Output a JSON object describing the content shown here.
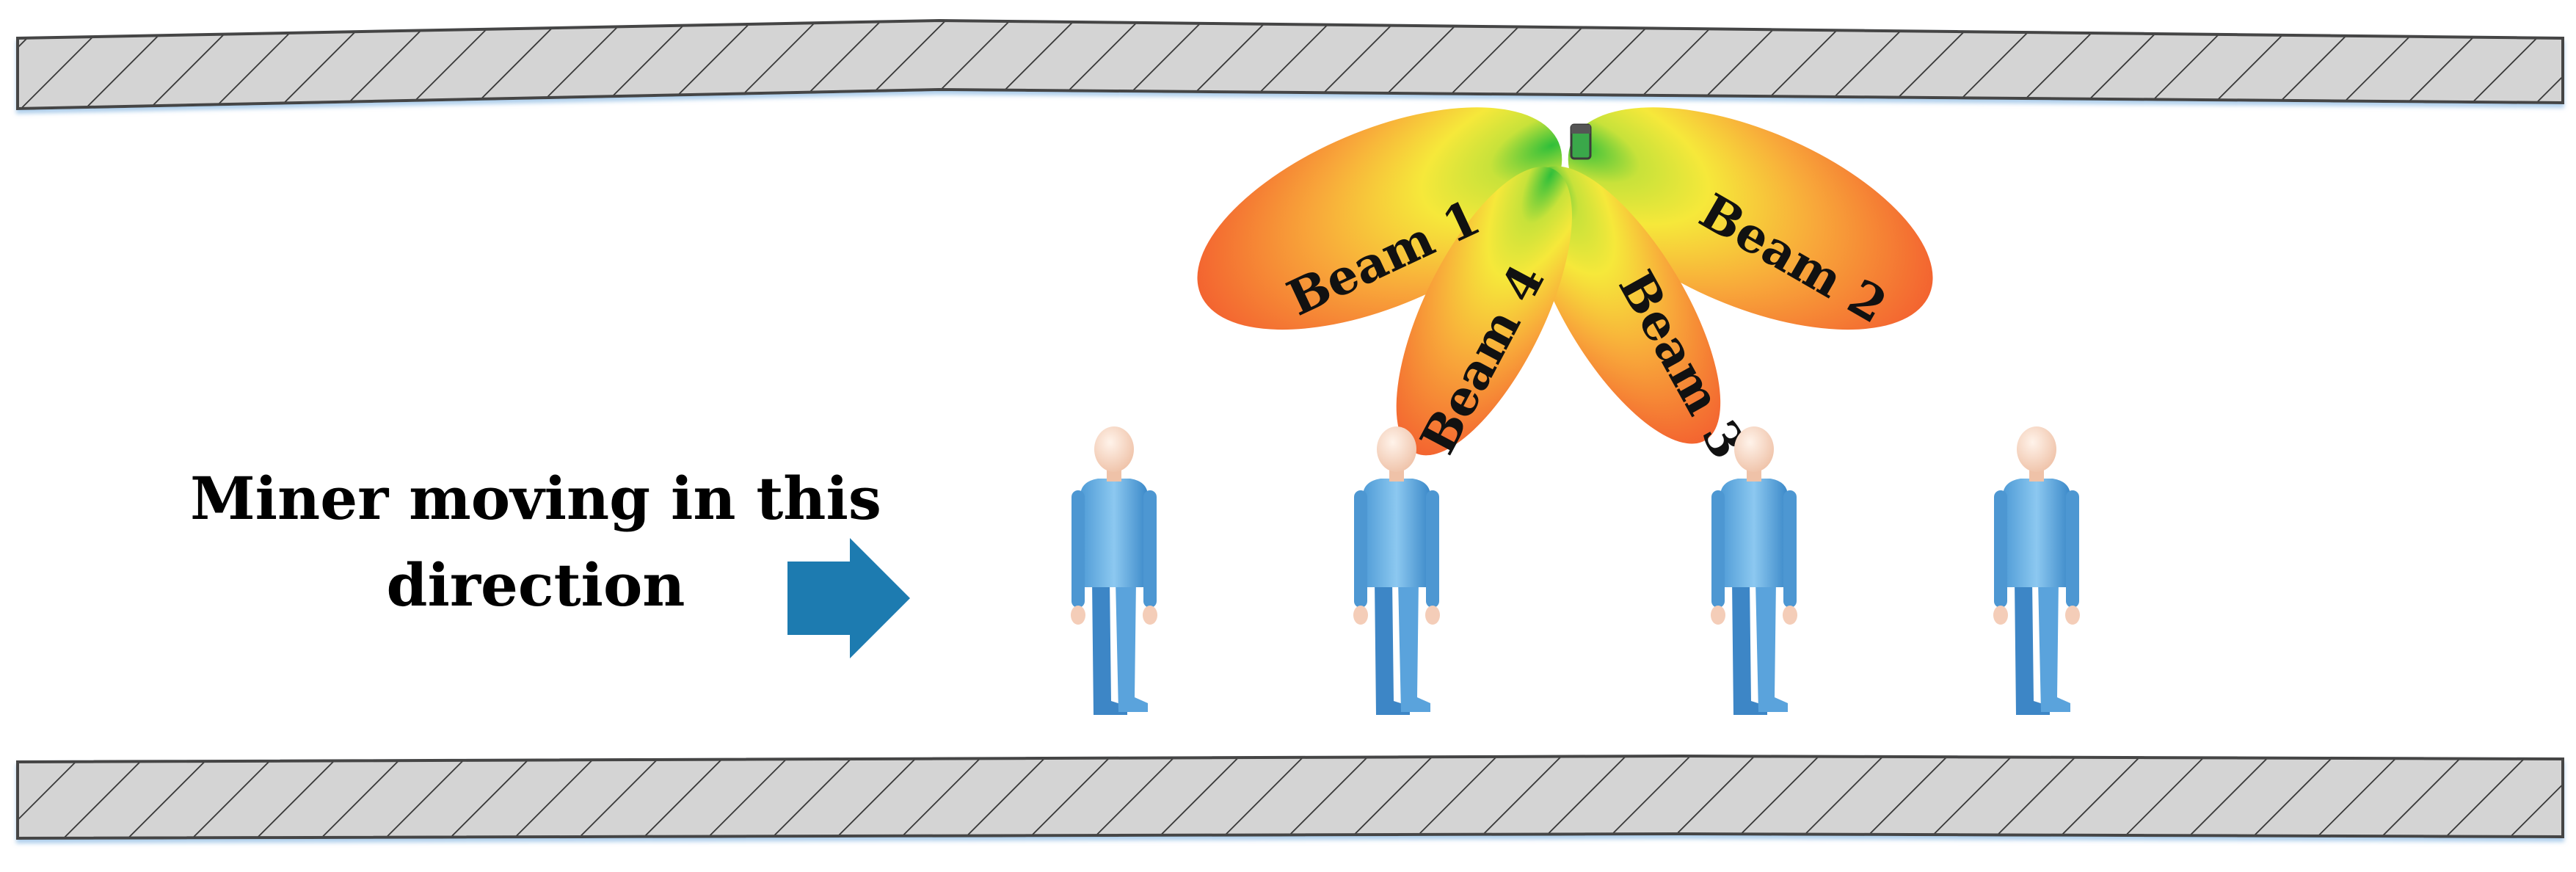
{
  "caption": {
    "line1": "Miner moving in this",
    "line2": "direction"
  },
  "beams": [
    {
      "label": "Beam 1"
    },
    {
      "label": "Beam 2"
    },
    {
      "label": "Beam 3"
    },
    {
      "label": "Beam 4"
    }
  ],
  "miner_count": 4,
  "colors": {
    "wall_fill": "#d4d4d4",
    "wall_stroke": "#444444",
    "arrow": "#1d7bb0",
    "beam_center": "#2fbf3a",
    "beam_mid": "#f6e83a",
    "beam_outer": "#f2552e",
    "miner_body": "#6fb4e6",
    "miner_skin": "#f7d7c4"
  },
  "icons": {
    "arrow": "arrow-right-icon",
    "miner": "person-icon",
    "access_point": "antenna-icon"
  }
}
